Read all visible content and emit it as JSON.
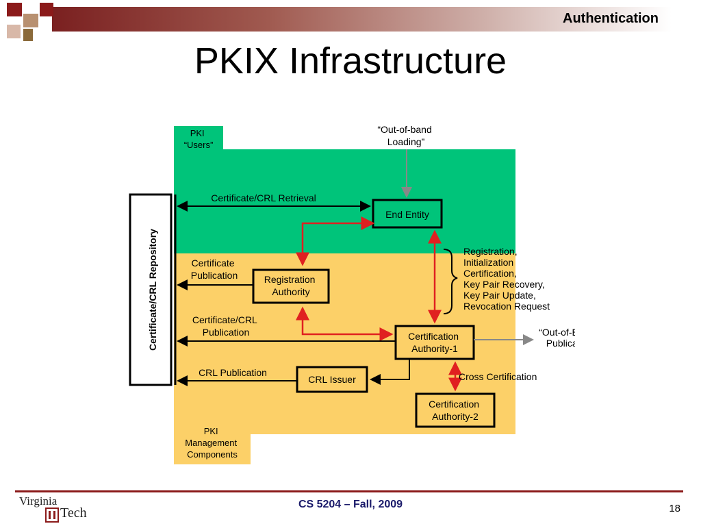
{
  "header": {
    "section": "Authentication",
    "title": "PKIX Infrastructure"
  },
  "diagram": {
    "users_label": [
      "PKI",
      "“Users”"
    ],
    "mgmt_label": [
      "PKI",
      "Management",
      "Components"
    ],
    "repository_label": "Certificate/CRL Repository",
    "oob_loading": [
      "“Out-of-band",
      "Loading”"
    ],
    "end_entity": "End Entity",
    "registration_authority": [
      "Registration",
      "Authority"
    ],
    "ca1": [
      "Certification",
      "Authority-1"
    ],
    "ca2": [
      "Certification",
      "Authority-2"
    ],
    "crl_issuer": "CRL Issuer",
    "retrieval": "Certificate/CRL Retrieval",
    "cert_publication": [
      "Certificate",
      "Publication"
    ],
    "certcrl_publication": [
      "Certificate/CRL",
      "Publication"
    ],
    "crl_publication": "CRL Publication",
    "oob_publication": [
      "“Out-of-Band”",
      "Publication"
    ],
    "cross_cert": "Cross Certification",
    "operations": [
      "Registration,",
      "Initialization",
      "Certification,",
      "Key Pair Recovery,",
      "Key Pair Update,",
      "Revocation Request"
    ]
  },
  "footer": {
    "course": "CS 5204 – Fall, 2009",
    "page": "18",
    "logo_top": "Virginia",
    "logo_bottom": "Tech"
  },
  "colors": {
    "users_bg": "#00c47a",
    "mgmt_bg": "#fcd068",
    "red_arrow": "#e02020",
    "gray_arrow": "#888888",
    "brand": "#8b1a1a"
  }
}
